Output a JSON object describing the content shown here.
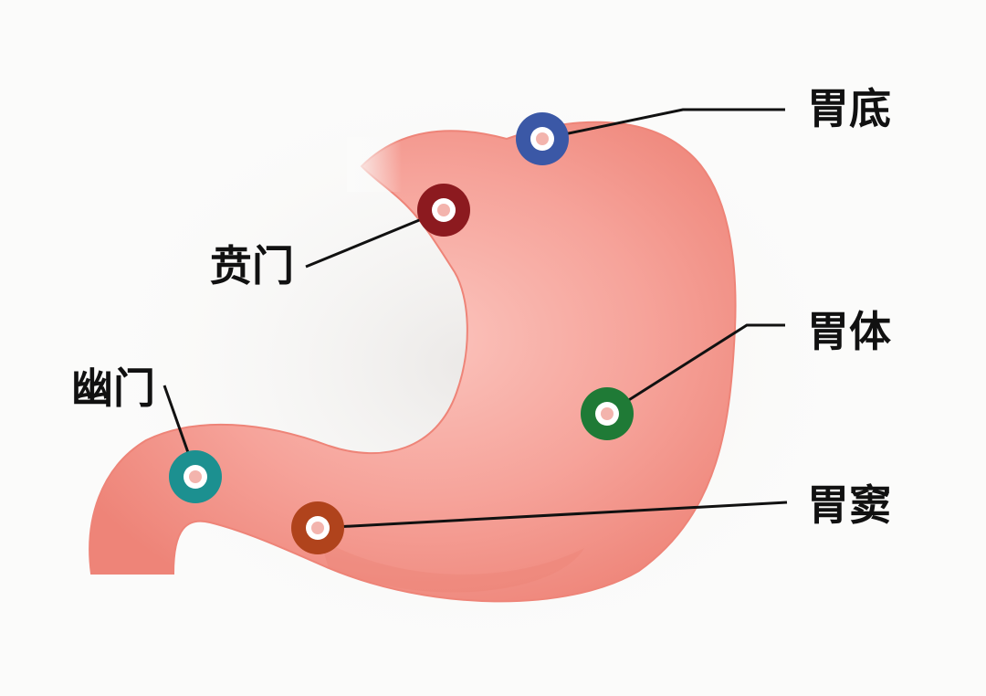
{
  "labels": {
    "fundus": "胃底",
    "cardia": "贲门",
    "body": "胃体",
    "pylorus": "幽门",
    "antrum": "胃窦"
  },
  "colors": {
    "background": "#fbfbfa",
    "stomach": "#f49a92",
    "stomach_edge": "#ee8478",
    "line": "#111111",
    "fundus_marker": "#3b58a6",
    "cardia_marker": "#8c1a1f",
    "body_marker": "#1f7a36",
    "pylorus_marker": "#1c9090",
    "antrum_marker": "#b0431c"
  }
}
